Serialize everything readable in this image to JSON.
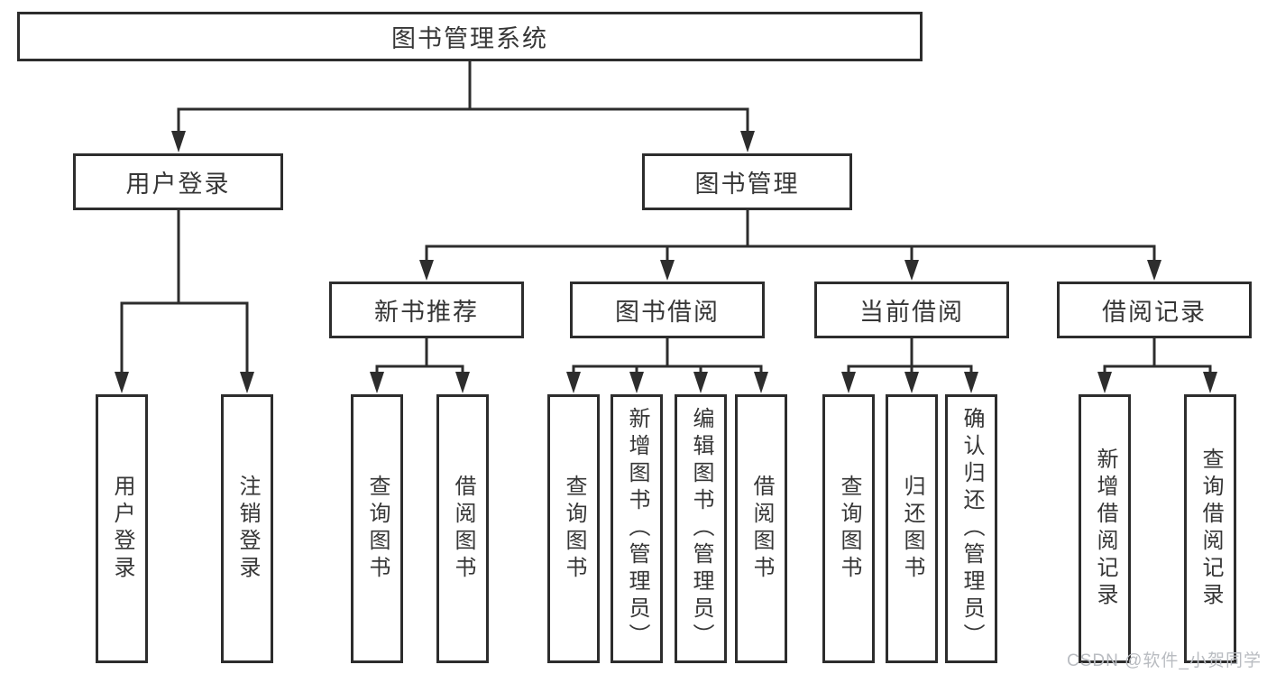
{
  "diagram": {
    "root": {
      "label": "图书管理系统"
    },
    "level2": [
      {
        "label": "用户登录"
      },
      {
        "label": "图书管理"
      }
    ],
    "level3": [
      {
        "label": "新书推荐",
        "parent": "图书管理"
      },
      {
        "label": "图书借阅",
        "parent": "图书管理"
      },
      {
        "label": "当前借阅",
        "parent": "图书管理"
      },
      {
        "label": "借阅记录",
        "parent": "图书管理"
      }
    ],
    "leaves": [
      {
        "label": "用户登录",
        "parent": "用户登录"
      },
      {
        "label": "注销登录",
        "parent": "用户登录"
      },
      {
        "label": "查询图书",
        "parent": "新书推荐"
      },
      {
        "label": "借阅图书",
        "parent": "新书推荐"
      },
      {
        "label": "查询图书",
        "parent": "图书借阅"
      },
      {
        "label": "新增图书（管理员）",
        "parent": "图书借阅"
      },
      {
        "label": "编辑图书（管理员）",
        "parent": "图书借阅"
      },
      {
        "label": "借阅图书",
        "parent": "图书借阅"
      },
      {
        "label": "查询图书",
        "parent": "当前借阅"
      },
      {
        "label": "归还图书",
        "parent": "当前借阅"
      },
      {
        "label": "确认归还（管理员）",
        "parent": "当前借阅"
      },
      {
        "label": "新增借阅记录",
        "parent": "借阅记录"
      },
      {
        "label": "查询借阅记录",
        "parent": "借阅记录"
      }
    ]
  },
  "watermark": {
    "text": "CSDN @软件_小贺同学"
  },
  "colors": {
    "line": "#2d2d2d",
    "box_border": "#2d2d2d",
    "text": "#363636",
    "watermark": "#b9bcc1",
    "background": "#ffffff"
  }
}
